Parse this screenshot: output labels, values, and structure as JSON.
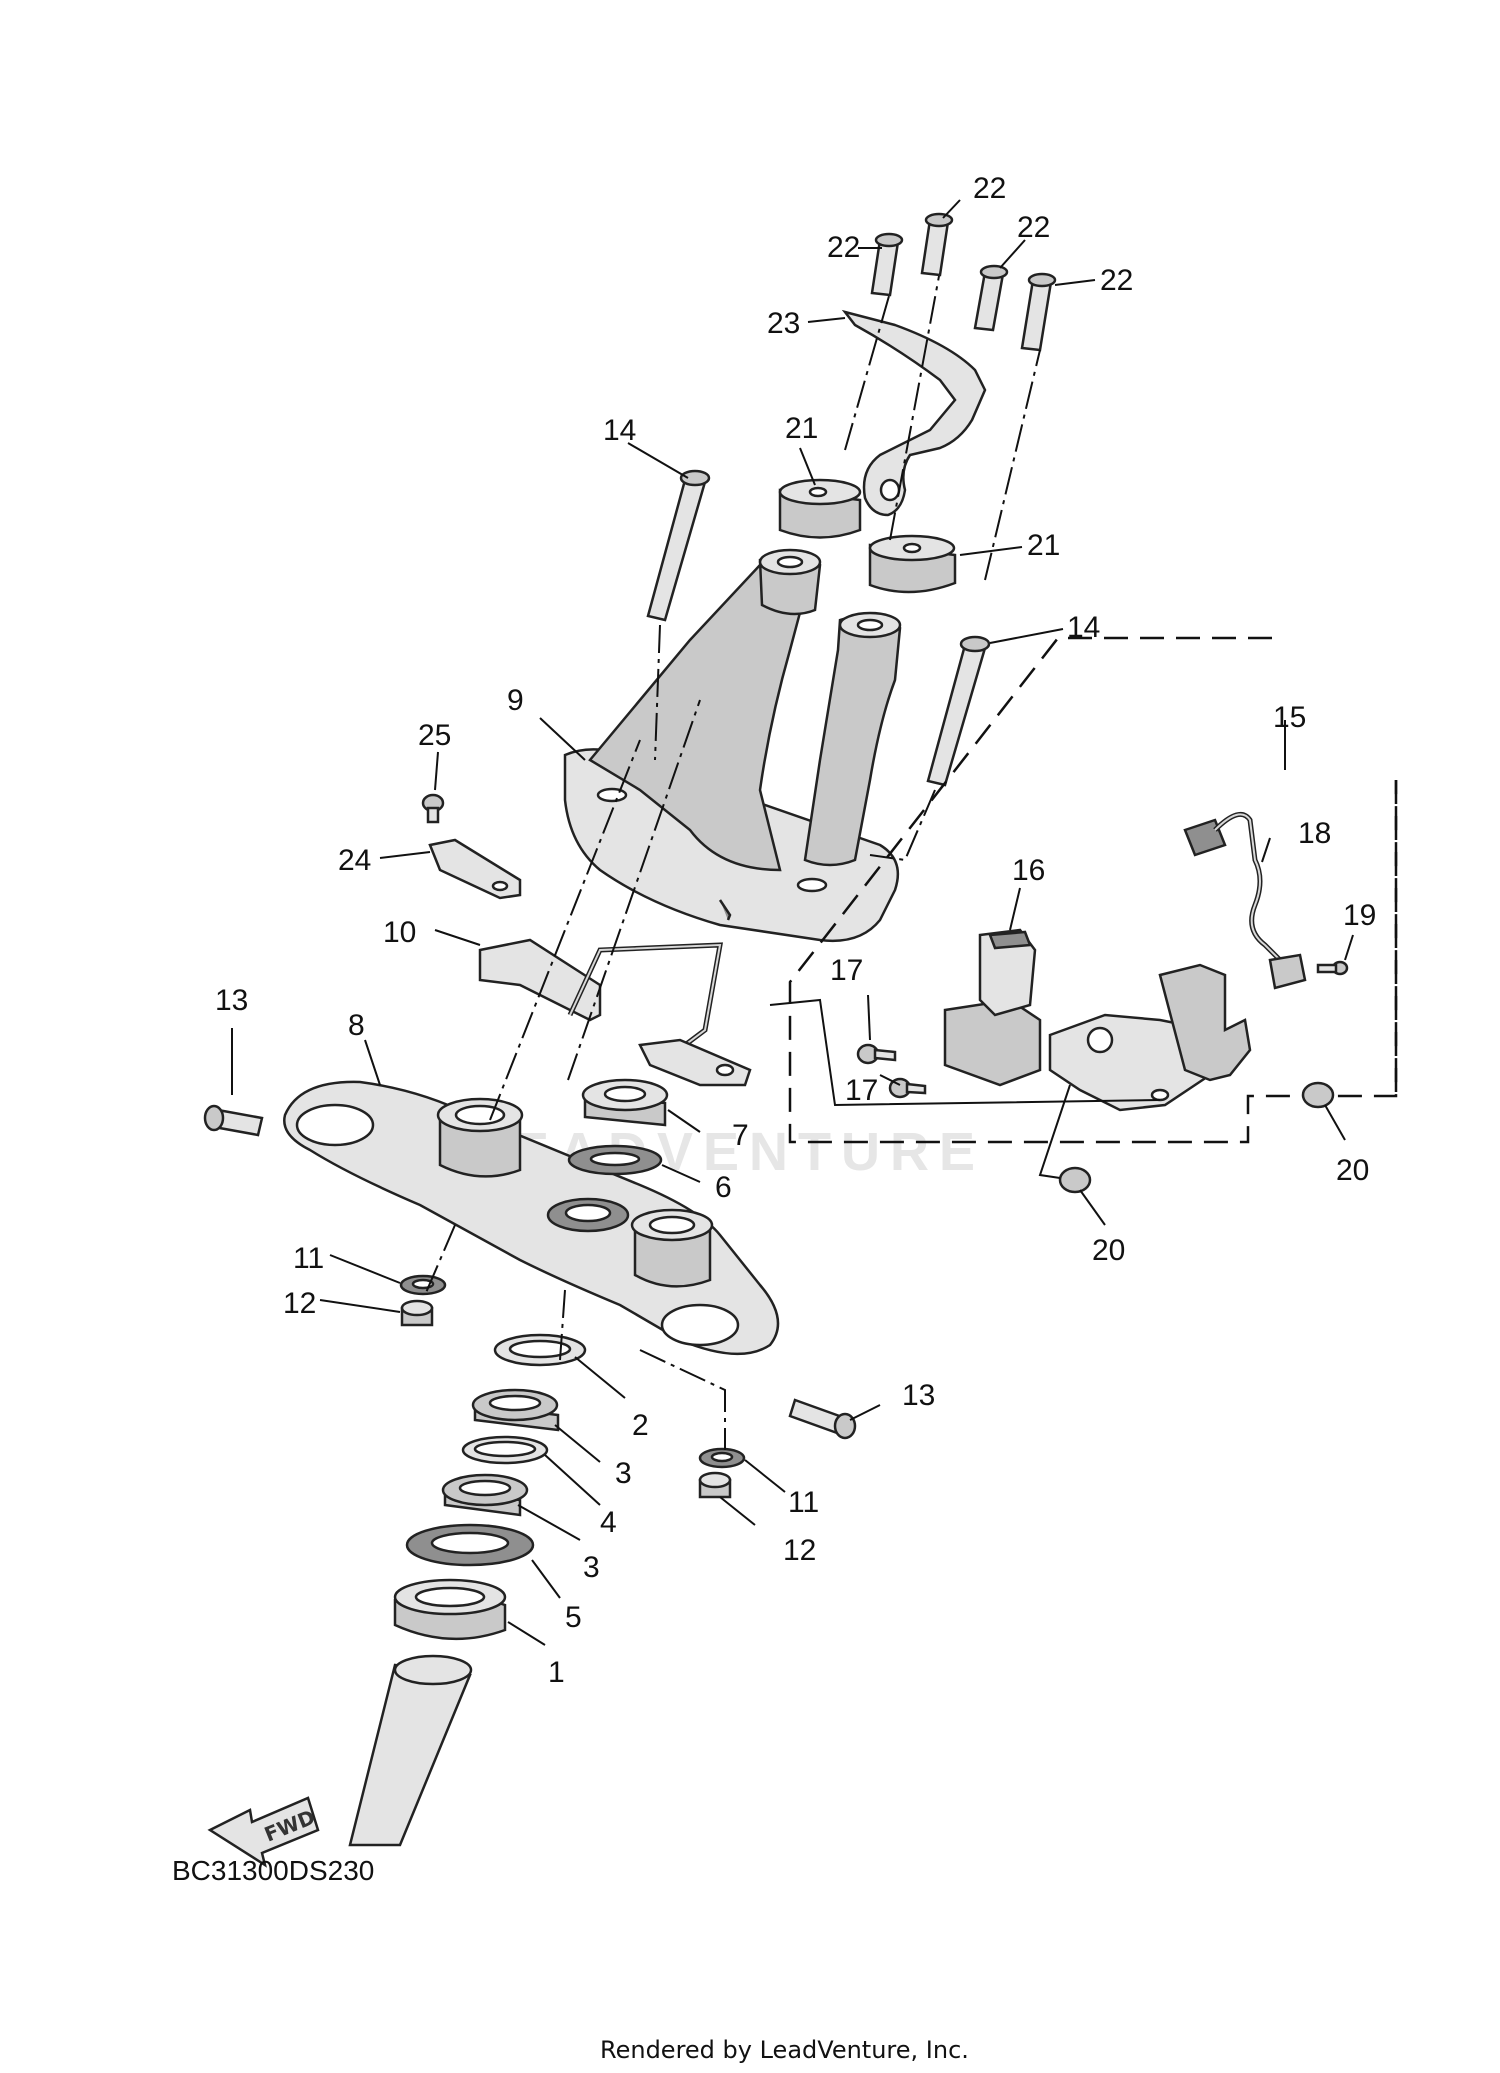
{
  "diagram_code": "BC31300DS230",
  "credit": "Rendered by LeadVenture, Inc.",
  "watermark": "LEADVENTURE",
  "fwd_arrow": {
    "label": "FWD",
    "icon": "fwd-arrow-icon"
  },
  "callouts": [
    "1",
    "2",
    "3",
    "3",
    "4",
    "5",
    "6",
    "7",
    "8",
    "9",
    "10",
    "11",
    "11",
    "12",
    "12",
    "13",
    "13",
    "14",
    "14",
    "15",
    "16",
    "17",
    "17",
    "18",
    "19",
    "20",
    "20",
    "21",
    "21",
    "22",
    "22",
    "22",
    "22",
    "23",
    "24",
    "25"
  ]
}
